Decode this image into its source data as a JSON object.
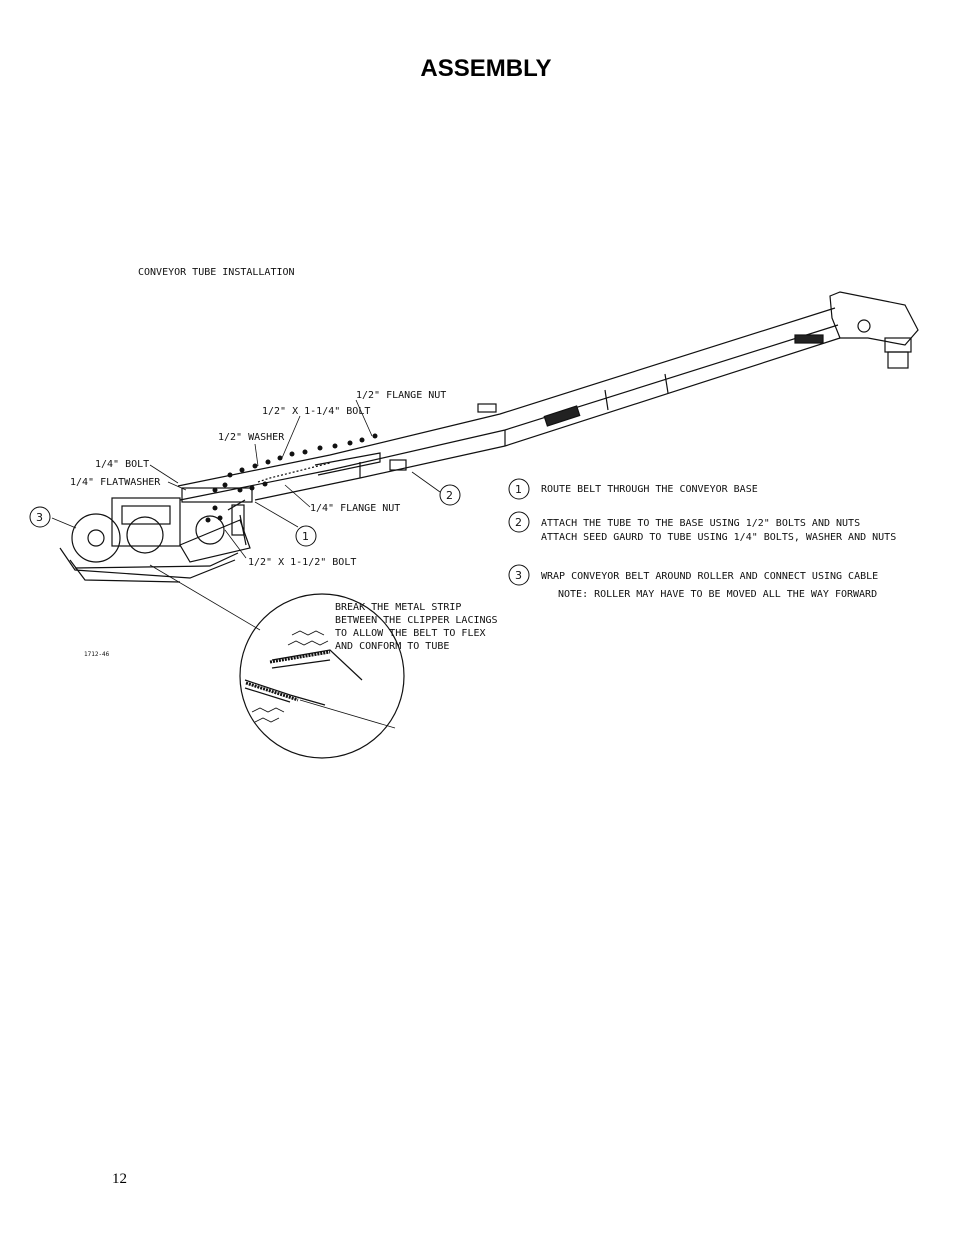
{
  "page": {
    "title": "ASSEMBLY",
    "page_number": "12"
  },
  "diagram": {
    "heading": "CONVEYOR TUBE INSTALLATION",
    "part_labels": {
      "flange_nut_half": "1/2\" FLANGE NUT",
      "bolt_half_1_1_4": "1/2\" X 1-1/4\" BOLT",
      "washer_half": "1/2\" WASHER",
      "bolt_quarter": "1/4\" BOLT",
      "flatwasher_quarter": "1/4\" FLATWASHER",
      "flange_nut_quarter": "1/4\" FLANGE NUT",
      "bolt_half_1_1_2": "1/2\" X 1-1/2\" BOLT"
    },
    "callouts": {
      "one": "1",
      "two": "2",
      "three": "3"
    },
    "detail_note": [
      "BREAK THE METAL STRIP",
      "BETWEEN THE CLIPPER LACINGS",
      "TO ALLOW THE BELT TO FLEX",
      "AND CONFORM TO TUBE"
    ],
    "drawing_number": "1712-46",
    "instructions": [
      {
        "num": "1",
        "lines": [
          "ROUTE BELT THROUGH THE CONVEYOR BASE"
        ]
      },
      {
        "num": "2",
        "lines": [
          "ATTACH THE TUBE TO THE BASE USING 1/2\" BOLTS AND NUTS",
          "ATTACH SEED GAURD TO TUBE USING 1/4\" BOLTS, WASHER AND NUTS"
        ]
      },
      {
        "num": "3",
        "lines": [
          "WRAP CONVEYOR BELT AROUND ROLLER AND CONNECT USING CABLE"
        ]
      }
    ],
    "note": "NOTE: ROLLER MAY HAVE TO BE MOVED ALL THE WAY FORWARD"
  }
}
